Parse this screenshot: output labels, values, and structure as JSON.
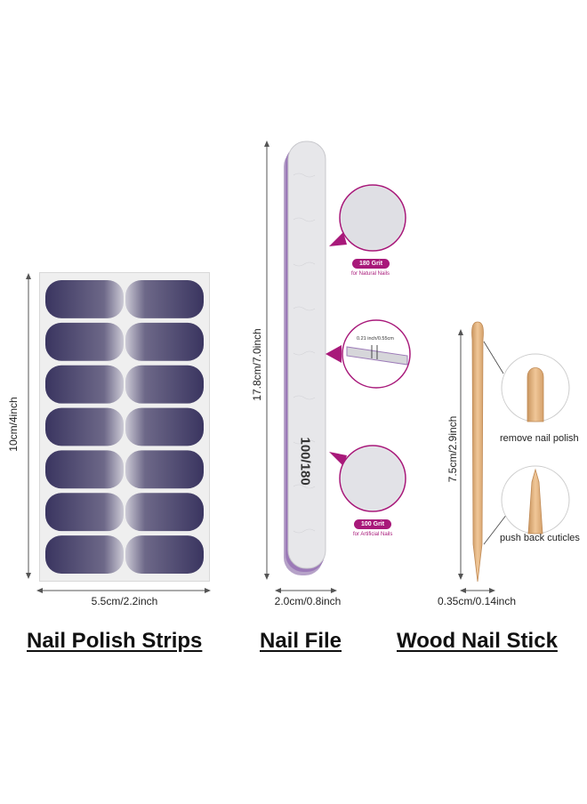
{
  "strips": {
    "width_label": "5.5cm/2.2inch",
    "height_label": "10cm/4inch",
    "title": "Nail Polish Strips",
    "rows": 7,
    "columns": 2,
    "colors": {
      "dark": "#3a3560",
      "light": "#cdcbd6",
      "sheet": "#eeeeee"
    }
  },
  "file": {
    "length_label": "17.8cm/7.0inch",
    "width_label": "2.0cm/0.8inch",
    "printed_text": "100/180",
    "title": "Nail File",
    "callouts": [
      {
        "badge": "180 Grit",
        "note": "for Natural Nails"
      },
      {
        "badge": "",
        "note": "0.21 inch/0.55cm"
      },
      {
        "badge": "100 Grit",
        "note": "for Artificial Nails"
      }
    ],
    "colors": {
      "accent": "#a8197a",
      "body": "#e7e7ea",
      "edge": "#b6a2c8"
    }
  },
  "stick": {
    "length_label": "7.5cm/2.9inch",
    "width_label": "0.35cm/0.14inch",
    "title": "Wood Nail Stick",
    "callouts": [
      {
        "caption": "remove nail polish"
      },
      {
        "caption": "push back cuticles"
      }
    ],
    "colors": {
      "wood": "#e7bb8a",
      "wood_dark": "#c9955f"
    }
  }
}
